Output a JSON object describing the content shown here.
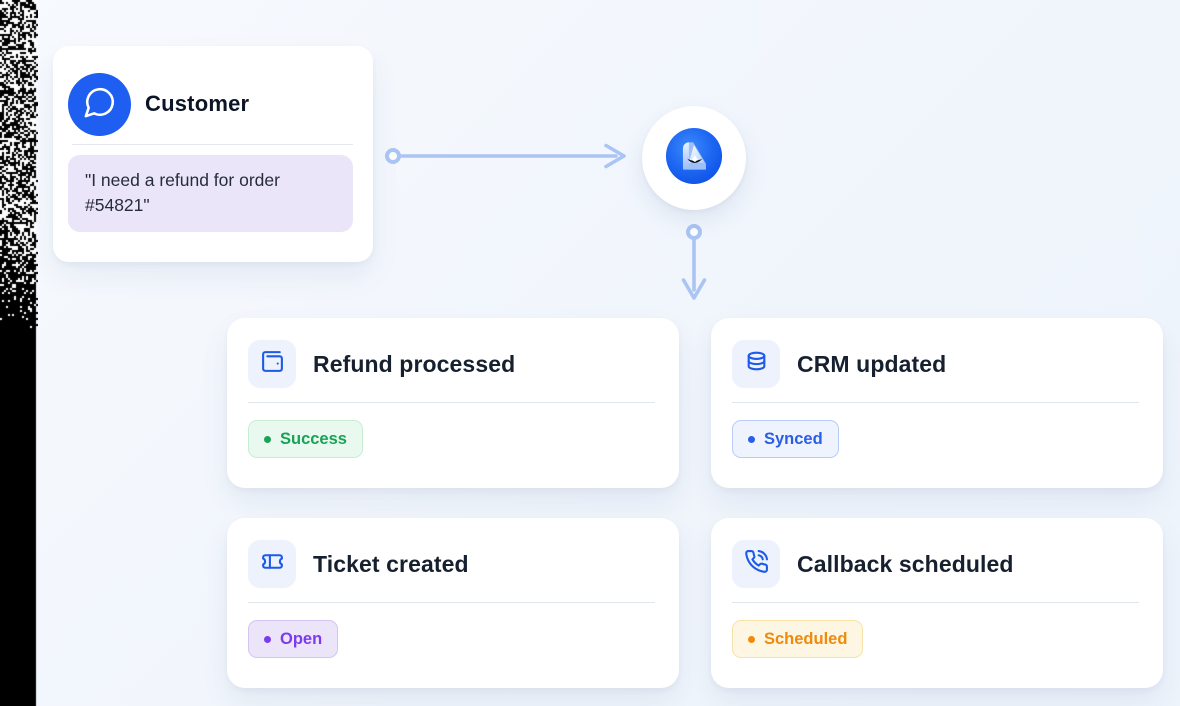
{
  "canvas": {
    "background": "#f2f6fd"
  },
  "customer": {
    "title": "Customer",
    "quote": "\"I need a refund for order #54821\"",
    "icon": "chat-bubble-icon",
    "avatar_color": "#1e5ef0",
    "quote_bg": "#eae5f8"
  },
  "hub": {
    "icon": "agent-logo",
    "logo_color": "#1155ea"
  },
  "connector_color": "#aac4f4",
  "icon_accent": "#1d5ae8",
  "cards": [
    {
      "title": "Refund processed",
      "icon": "wallet-icon",
      "status": "Success",
      "status_color": "#19a357",
      "status_bg": "#e9f9ef",
      "status_border": "#c6eed5"
    },
    {
      "title": "CRM updated",
      "icon": "database-icon",
      "status": "Synced",
      "status_color": "#2a5fe3",
      "status_bg": "#eef3fe",
      "status_border": "#b9cbf7"
    },
    {
      "title": "Ticket created",
      "icon": "ticket-icon",
      "status": "Open",
      "status_color": "#7c3bed",
      "status_bg": "#ece5f9",
      "status_border": "#d3c4f3"
    },
    {
      "title": "Callback scheduled",
      "icon": "phone-call-icon",
      "status": "Scheduled",
      "status_color": "#f08a0c",
      "status_bg": "#fdf6e2",
      "status_border": "#f8e2a7"
    }
  ]
}
